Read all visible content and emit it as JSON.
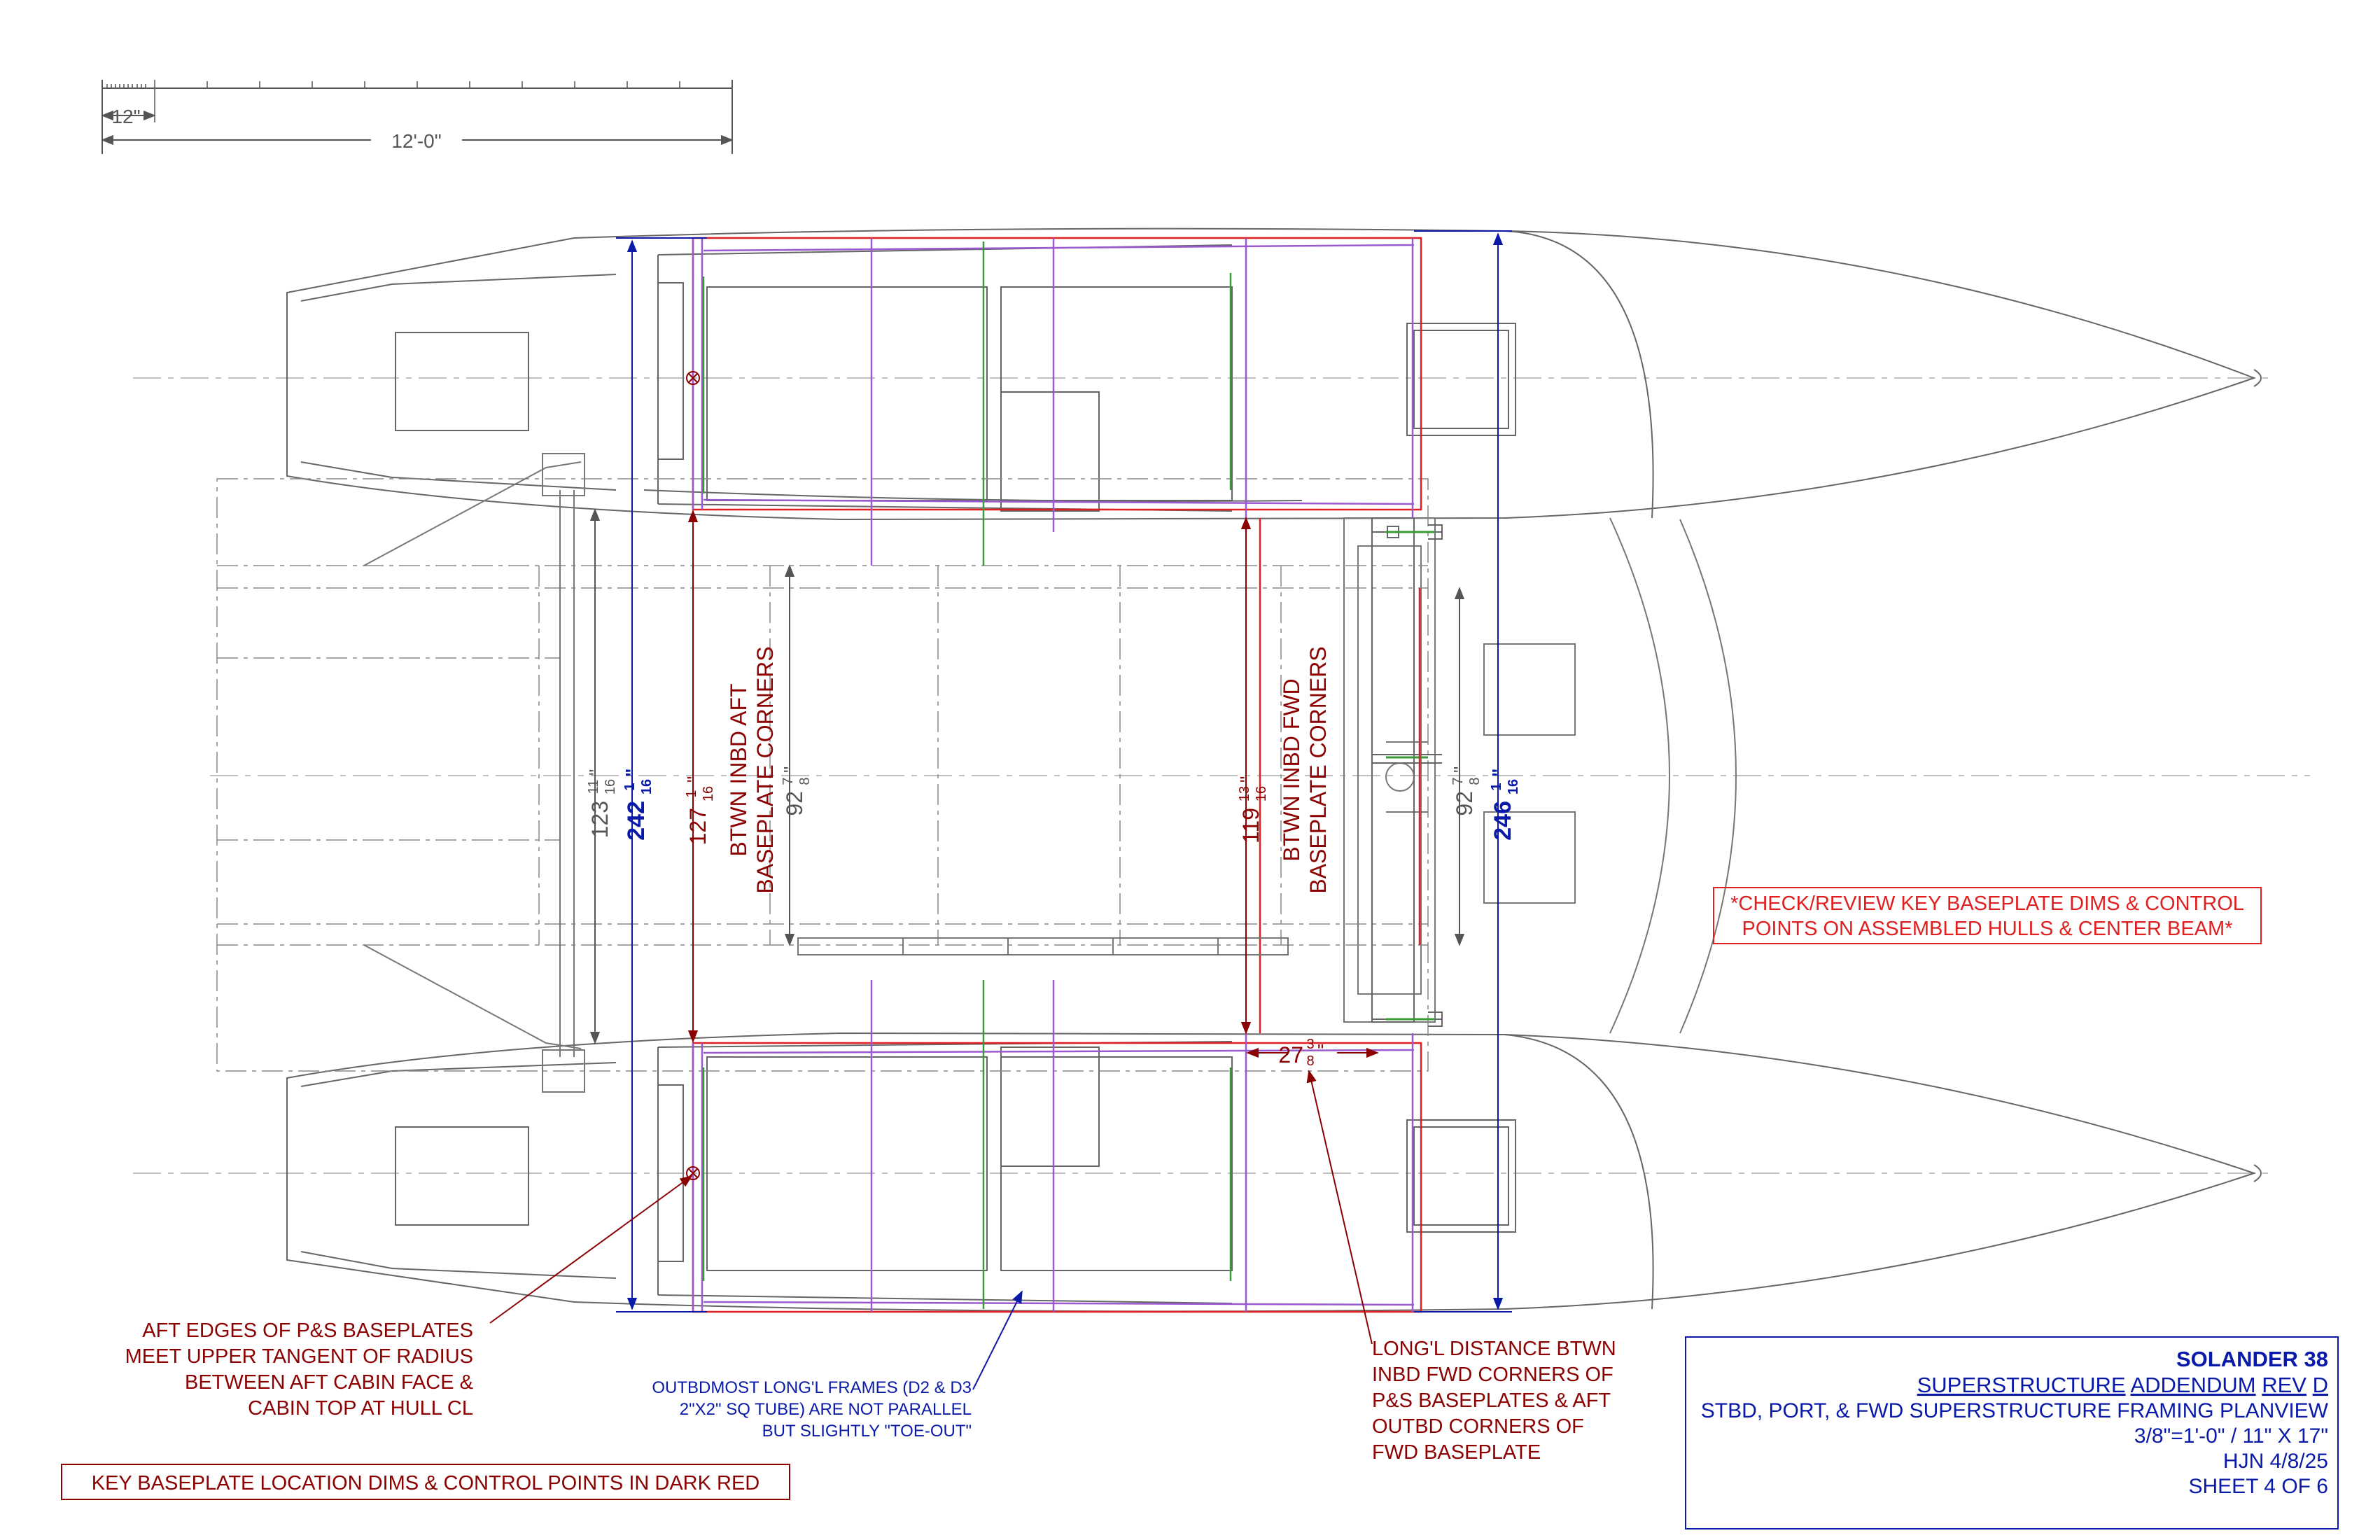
{
  "scale_bar": {
    "small": "12\"",
    "large": "12'-0\""
  },
  "dims": {
    "aft_outer": {
      "whole": "242",
      "num": "1",
      "den": "16",
      "suffix": "\""
    },
    "fwd_outer": {
      "whole": "246",
      "num": "1",
      "den": "16",
      "suffix": "\""
    },
    "aft_inner": {
      "whole": "123",
      "num": "11",
      "den": "16",
      "suffix": "\""
    },
    "beam_aft": {
      "whole": "92",
      "num": "7",
      "den": "8",
      "suffix": "\""
    },
    "beam_fwd": {
      "whole": "92",
      "num": "7",
      "den": "8",
      "suffix": "\""
    },
    "key_aft": {
      "whole": "127",
      "num": "1",
      "den": "16",
      "suffix": "\""
    },
    "key_fwd": {
      "whole": "119",
      "num": "13",
      "den": "16",
      "suffix": "\""
    },
    "key_long": {
      "whole": "27",
      "num": "3",
      "den": "8",
      "suffix": "\""
    }
  },
  "labels": {
    "aft_line1": "BTWN INBD AFT",
    "aft_line2": "BASEPLATE CORNERS",
    "fwd_line1": "BTWN INBD FWD",
    "fwd_line2": "BASEPLATE CORNERS"
  },
  "notes": {
    "check": [
      "*CHECK/REVIEW KEY BASEPLATE DIMS & CONTROL",
      "POINTS ON ASSEMBLED HULLS & CENTER BEAM*"
    ],
    "aft_edges": [
      "AFT EDGES OF P&S BASEPLATES",
      "MEET UPPER TANGENT OF RADIUS",
      "BETWEEN AFT CABIN FACE &",
      "CABIN TOP AT HULL CL"
    ],
    "outbd": [
      "OUTBDMOST LONG'L FRAMES (D2 & D3",
      "2\"X2\" SQ TUBE) ARE NOT PARALLEL",
      "BUT SLIGHTLY \"TOE-OUT\""
    ],
    "long_dist": [
      "LONG'L DISTANCE BTWN",
      "INBD FWD CORNERS OF",
      "P&S BASEPLATES & AFT",
      "OUTBD CORNERS OF",
      "FWD BASEPLATE"
    ],
    "key": "KEY BASEPLATE LOCATION DIMS & CONTROL POINTS IN DARK RED"
  },
  "title_block": {
    "name": "SOLANDER 38",
    "line1_a": "SUPERSTRUCTURE",
    "line1_b": "ADDENDUM",
    "line1_c": "REV",
    "line1_d": "D",
    "line2": "STBD, PORT, & FWD SUPERSTRUCTURE FRAMING PLANVIEW",
    "line3": "3/8\"=1'-0\" / 11\" X 17\"",
    "line4": "HJN 4/8/25",
    "line5": "SHEET 4 OF 6"
  },
  "colors": {
    "outline": "#555555",
    "blue": "#0a1aa8",
    "darkred": "#8b0000",
    "red": "#e02020",
    "purple": "#9b59d0",
    "green": "#3a9a3a"
  }
}
